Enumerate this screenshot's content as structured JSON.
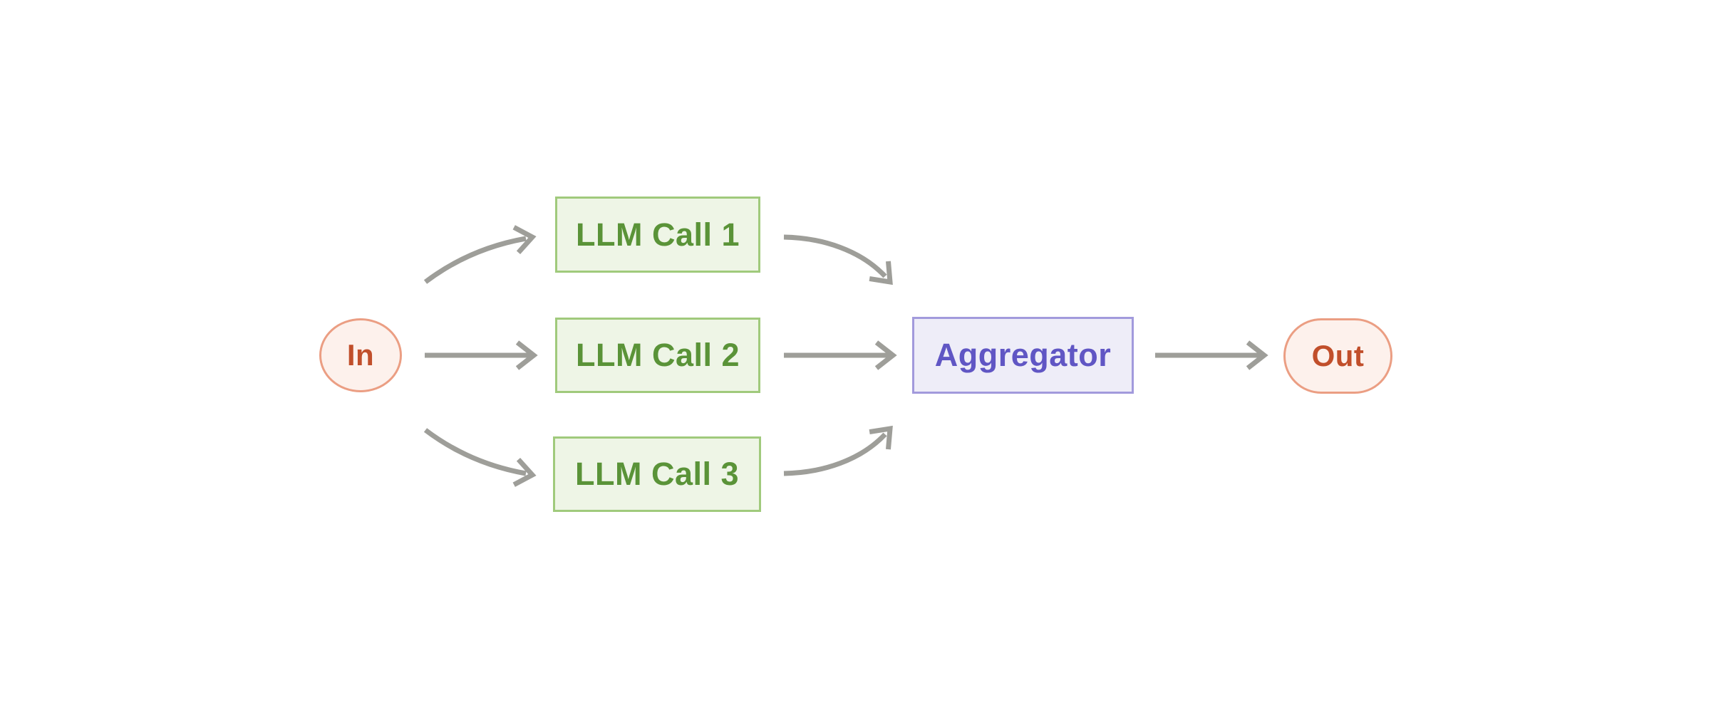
{
  "diagram": {
    "nodes": {
      "input": {
        "label": "In",
        "shape": "circle"
      },
      "llm_calls": [
        {
          "label": "LLM Call 1"
        },
        {
          "label": "LLM Call 2"
        },
        {
          "label": "LLM Call 3"
        }
      ],
      "aggregator": {
        "label": "Aggregator",
        "shape": "rectangle"
      },
      "output": {
        "label": "Out",
        "shape": "pill"
      }
    },
    "edges": [
      {
        "from": "In",
        "to": "LLM Call 1",
        "style": "curved"
      },
      {
        "from": "In",
        "to": "LLM Call 2",
        "style": "straight"
      },
      {
        "from": "In",
        "to": "LLM Call 3",
        "style": "curved"
      },
      {
        "from": "LLM Call 1",
        "to": "Aggregator",
        "style": "curved"
      },
      {
        "from": "LLM Call 2",
        "to": "Aggregator",
        "style": "straight"
      },
      {
        "from": "LLM Call 3",
        "to": "Aggregator",
        "style": "curved"
      },
      {
        "from": "Aggregator",
        "to": "Out",
        "style": "straight"
      }
    ],
    "colors": {
      "background": "#ffffff",
      "terminal_fill": "#fdf1ec",
      "terminal_border": "#eb9e83",
      "terminal_text": "#c14f2b",
      "llm_fill": "#eef5e6",
      "llm_border": "#a0ca7c",
      "llm_text": "#5a9338",
      "aggregator_fill": "#eeedf8",
      "aggregator_border": "#a29adc",
      "aggregator_text": "#6056c4",
      "arrow": "#9e9e99"
    }
  }
}
